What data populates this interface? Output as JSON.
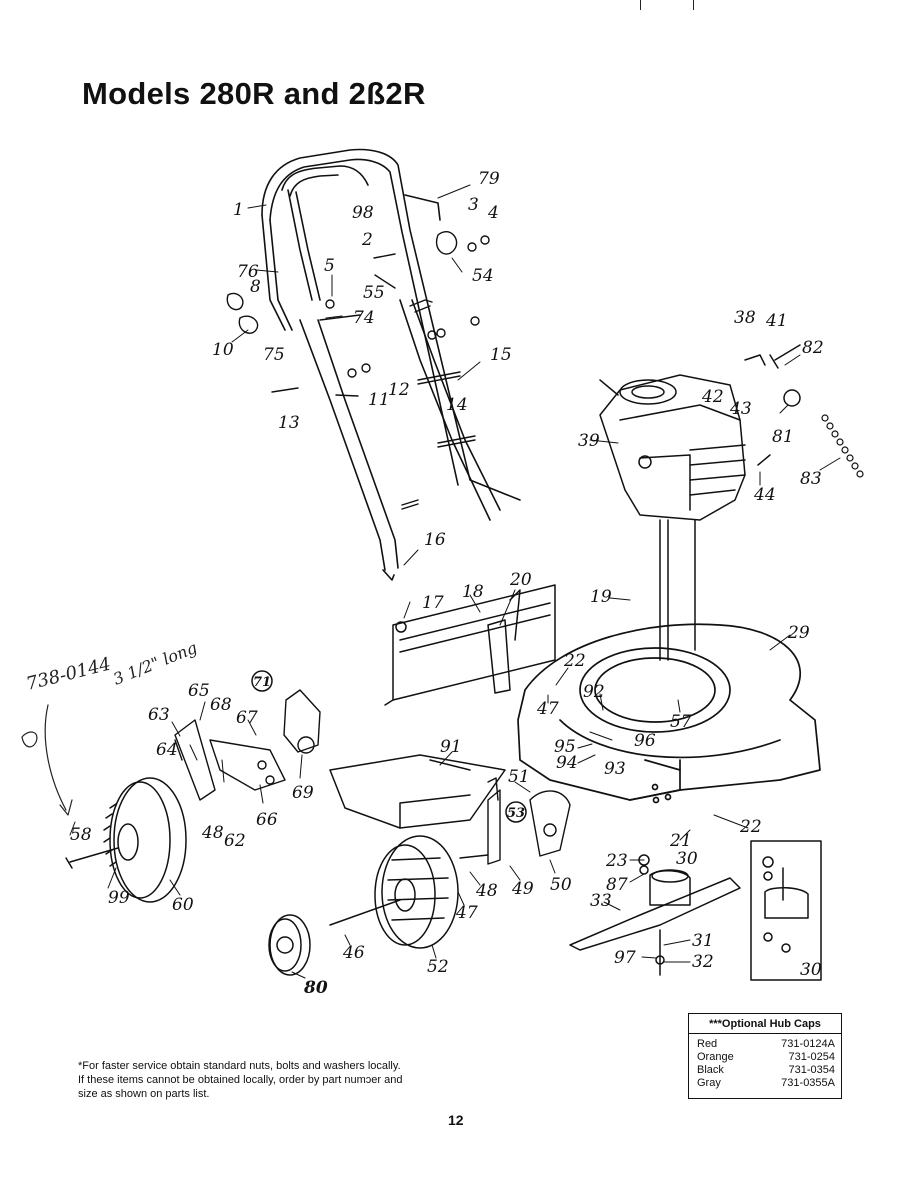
{
  "page": {
    "title": "Models 280R and 2ß2R",
    "page_number": "12"
  },
  "callouts": [
    "1",
    "79",
    "98",
    "3",
    "4",
    "2",
    "76",
    "5",
    "54",
    "8",
    "55",
    "74",
    "10",
    "75",
    "12",
    "11",
    "13",
    "15",
    "14",
    "38",
    "41",
    "82",
    "42",
    "43",
    "39",
    "81",
    "83",
    "44",
    "16",
    "17",
    "18",
    "20",
    "19",
    "29",
    "22",
    "71",
    "65",
    "68",
    "92",
    "63",
    "67",
    "47",
    "57",
    "64",
    "91",
    "96",
    "95",
    "94",
    "93",
    "51",
    "69",
    "66",
    "53",
    "58",
    "48",
    "62",
    "21",
    "22",
    "23",
    "30",
    "87",
    "33",
    "31",
    "97",
    "32",
    "99",
    "60",
    "48",
    "49",
    "50",
    "47",
    "46",
    "52",
    "80",
    "30"
  ],
  "handwriting": {
    "part_number": "738-0144",
    "length_note": "3 1/2\" long"
  },
  "footnote": {
    "line1": "*For faster service obtain standard nuts, bolts and washers locally.",
    "line2": "If these items cannot be obtained locally, order by part numɔer and",
    "line3": "size as shown on parts list."
  },
  "hub_caps": {
    "title": "***Optional Hub Caps",
    "rows": [
      {
        "color": "Red",
        "part": "731-0124A"
      },
      {
        "color": "Orange",
        "part": "731-0254"
      },
      {
        "color": "Black",
        "part": "731-0354"
      },
      {
        "color": "Gray",
        "part": "731-0355A"
      }
    ]
  }
}
